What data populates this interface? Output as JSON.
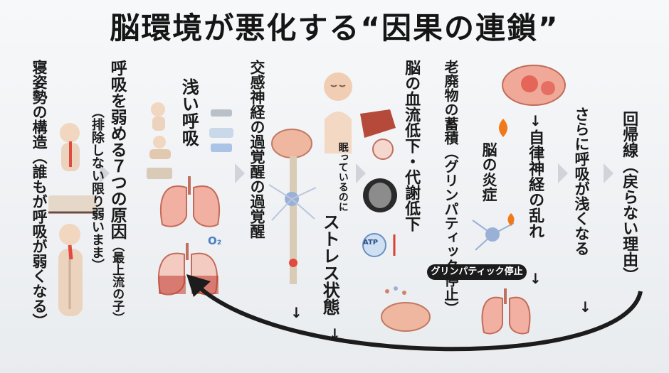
{
  "title": "脳環境が悪化する“因果の連鎖”",
  "col1": "寝姿勢の構造（誰もが呼吸が弱くなる）",
  "col2_main": "呼吸を弱める７つの原因",
  "col2_paren": "（最上流の子）",
  "col2_sub": "（排除しない限り弱いまま）",
  "col3": "浅い呼吸",
  "o2_label": "O₂",
  "col4": "交感神経の過覚醒の過覚醒",
  "col5_small": "眠っているのに",
  "col5_main": "ストレス状態",
  "col6": "脳の血流低下・代謝低下",
  "atp_label": "ATP",
  "col7": "老廃物の蓄積（グリンパティック停止）",
  "glymph_tag": "グリンパティック停止",
  "col8a": "自律神経の乱れ",
  "col8b": "脳の炎症",
  "col9": "さらに呼吸が浅くなる",
  "col10": "回帰線（戻らない理由）",
  "arrow_down": "↓"
}
